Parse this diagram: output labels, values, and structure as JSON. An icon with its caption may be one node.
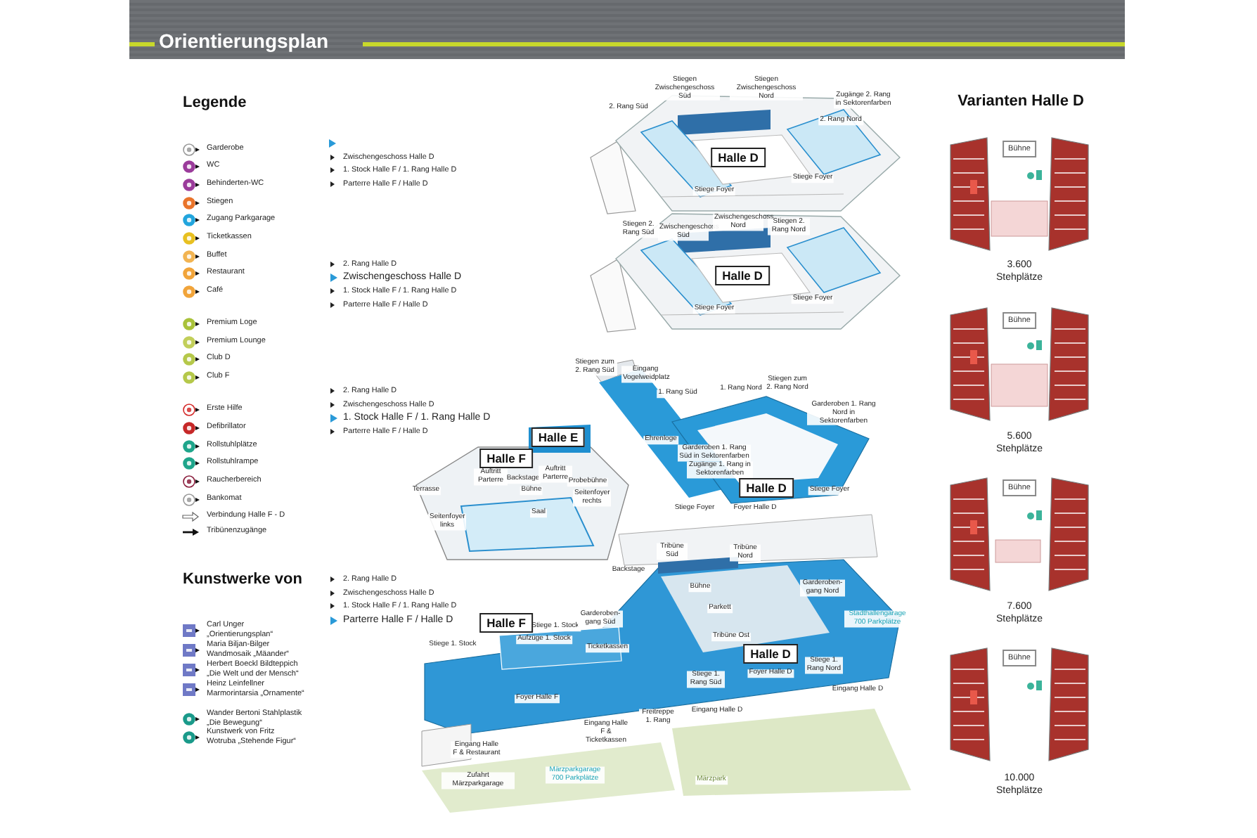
{
  "diagram": {
    "title": "Orientierungsplan",
    "nodes": [
      {
        "text": [
          "Halle D"
        ]
      },
      {
        "text": [
          "Halle D"
        ]
      },
      {
        "text": [
          "Halle E"
        ]
      },
      {
        "text": [
          "Halle F"
        ]
      },
      {
        "text": [
          "Halle D"
        ]
      },
      {
        "text": [
          "Halle F"
        ]
      },
      {
        "text": [
          "Halle D"
        ]
      },
      {
        "text": [
          "Bühne"
        ]
      },
      {
        "text": [
          "Bühne"
        ]
      },
      {
        "text": [
          "Bühne"
        ]
      },
      {
        "text": [
          "Bühne"
        ]
      }
    ],
    "labels": [
      "Legende",
      "Zwischengeschoss Halle D",
      "1. Stock Halle F / 1. Rang Halle D",
      "Parterre Halle F / Halle D",
      "2. Rang Halle D",
      "Zwischengeschoss Halle D",
      "1. Stock Halle F / 1. Rang Halle D",
      "Parterre Halle F / Halle D",
      "2. Rang Halle D",
      "Zwischengeschoss Halle D",
      "1. Stock Halle F / 1. Rang Halle D",
      "Parterre Halle F / Halle D",
      "Kunstwerke von",
      "2. Rang Halle D",
      "Zwischengeschoss Halle D",
      "1. Stock Halle F / 1. Rang Halle D",
      "Parterre Halle F / Halle D",
      "Stiegen Zwischengeschoss Süd",
      "Stiegen Zwischengeschoss Nord",
      "2. Rang Süd",
      "Zugänge 2. Rang in Sektorenfarben",
      "2. Rang Nord",
      "Stiege Foyer",
      "Stiege Foyer",
      "Stiegen 2. Rang Süd",
      "Zwischengeschoss Süd",
      "Zwischengeschoss Nord",
      "Stiegen 2. Rang Nord",
      "Stiege Foyer",
      "Stiege Foyer",
      "Stiegen zum 2. Rang Süd",
      "Eingang Vogelweidplatz",
      "1. Rang Süd",
      "1. Rang Nord",
      "Stiegen zum 2. Rang Nord",
      "Garderoben 1. Rang Nord in Sektorenfarben",
      "Ehrenloge",
      "Garderoben 1. Rang Süd in Sektorenfarben",
      "Zugänge 1. Rang in Sektorenfarben",
      "Terrasse",
      "Auftritt Parterre",
      "Backstage",
      "Auftritt Parterre",
      "Probebühne",
      "Bühne",
      "Seitenfoyer rechts",
      "Seitenfoyer links",
      "Saal",
      "Stiege Foyer",
      "Foyer Halle D",
      "Stiege Foyer",
      "Tribüne Süd",
      "Tribüne Nord",
      "Backstage",
      "Bühne",
      "Parkett",
      "Garderoben-gang Nord",
      "Stadthallengarage 700 Parkplätze",
      "Stiege 1. Stock",
      "Garderoben-gang Süd",
      "Stiege 1. Stock",
      "Aufzüge 1. Stock",
      "Ticketkassen",
      "Tribüne Ost",
      "Stiege 1. Rang Süd",
      "Foyer Halle D",
      "Stiege 1. Rang Nord",
      "Eingang Halle D",
      "Foyer Halle F",
      "Freitreppe 1. Rang",
      "Eingang Halle D",
      "Eingang Halle F & Ticketkassen",
      "Eingang Halle F & Restaurant",
      "Zufahrt Märzparkgarage",
      "Märzparkgarage 700 Parkplätze",
      "Märzpark",
      "Varianten Halle D",
      "3.600 Stehplätze",
      "5.600 Stehplätze",
      "7.600 Stehplätze",
      "10.000 Stehplätze"
    ],
    "legend": [
      {
        "text": "Garderobe"
      },
      {
        "text": "WC"
      },
      {
        "text": "Behinderten-WC"
      },
      {
        "text": "Stiegen"
      },
      {
        "text": "Zugang Parkgarage"
      },
      {
        "text": "Ticketkassen"
      },
      {
        "text": "Buffet"
      },
      {
        "text": "Restaurant"
      },
      {
        "text": "Café"
      },
      {
        "text": "Premium Loge"
      },
      {
        "text": "Premium Lounge"
      },
      {
        "text": "Club D"
      },
      {
        "text": "Club F"
      },
      {
        "text": "Erste Hilfe"
      },
      {
        "text": "Defibrillator"
      },
      {
        "text": "Rollstuhlplätze"
      },
      {
        "text": "Rollstuhlrampe"
      },
      {
        "text": "Raucherbereich"
      },
      {
        "text": "Bankomat"
      },
      {
        "text": "Verbindung Halle F - D"
      },
      {
        "text": "Tribünenzugänge"
      },
      {
        "text": "Carl Unger „Orientierungsplan“"
      },
      {
        "text": "Maria Biljan-Bilger Wandmosaik „Mäander“"
      },
      {
        "text": "Herbert Boeckl Bildteppich „Die Welt und der Mensch“"
      },
      {
        "text": "Heinz Leinfellner Marmorintarsia „Ornamente“"
      },
      {
        "text": "Wander Bertoni Stahlplastik „Die Bewegung“"
      },
      {
        "text": "Kunstwerk von Fritz Wotruba „Stehende Figur“"
      }
    ]
  }
}
